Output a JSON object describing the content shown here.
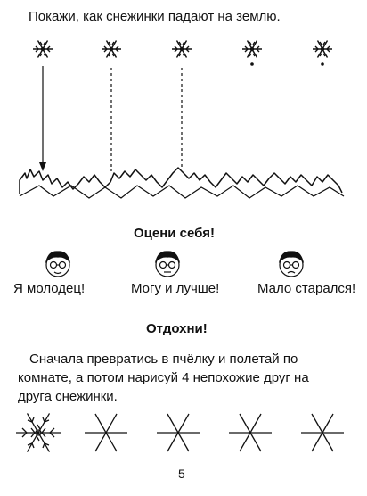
{
  "instruction": "Покажи, как снежинки падают на землю.",
  "self_check": {
    "heading": "Оцени себя!",
    "options": [
      {
        "label": "Я молодец!",
        "icon": "child-face-icon"
      },
      {
        "label": "Могу и лучше!",
        "icon": "child-face-icon"
      },
      {
        "label": "Мало старался!",
        "icon": "child-face-icon"
      }
    ]
  },
  "rest": {
    "heading": "Отдохни!",
    "line1": "Сначала превратись в пчёлку и полетай по",
    "line2": "комнате, а потом нарисуй 4 непохожие друг на",
    "line3": "друга снежинки."
  },
  "page_number": "5",
  "icons": {
    "falling": "snowflake-icon",
    "trees": "forest-icon",
    "drawn": "snowflake-pattern-icon",
    "blank": "snowflake-blank-icon"
  },
  "colors": {
    "ink": "#111111",
    "paper": "#ffffff"
  }
}
